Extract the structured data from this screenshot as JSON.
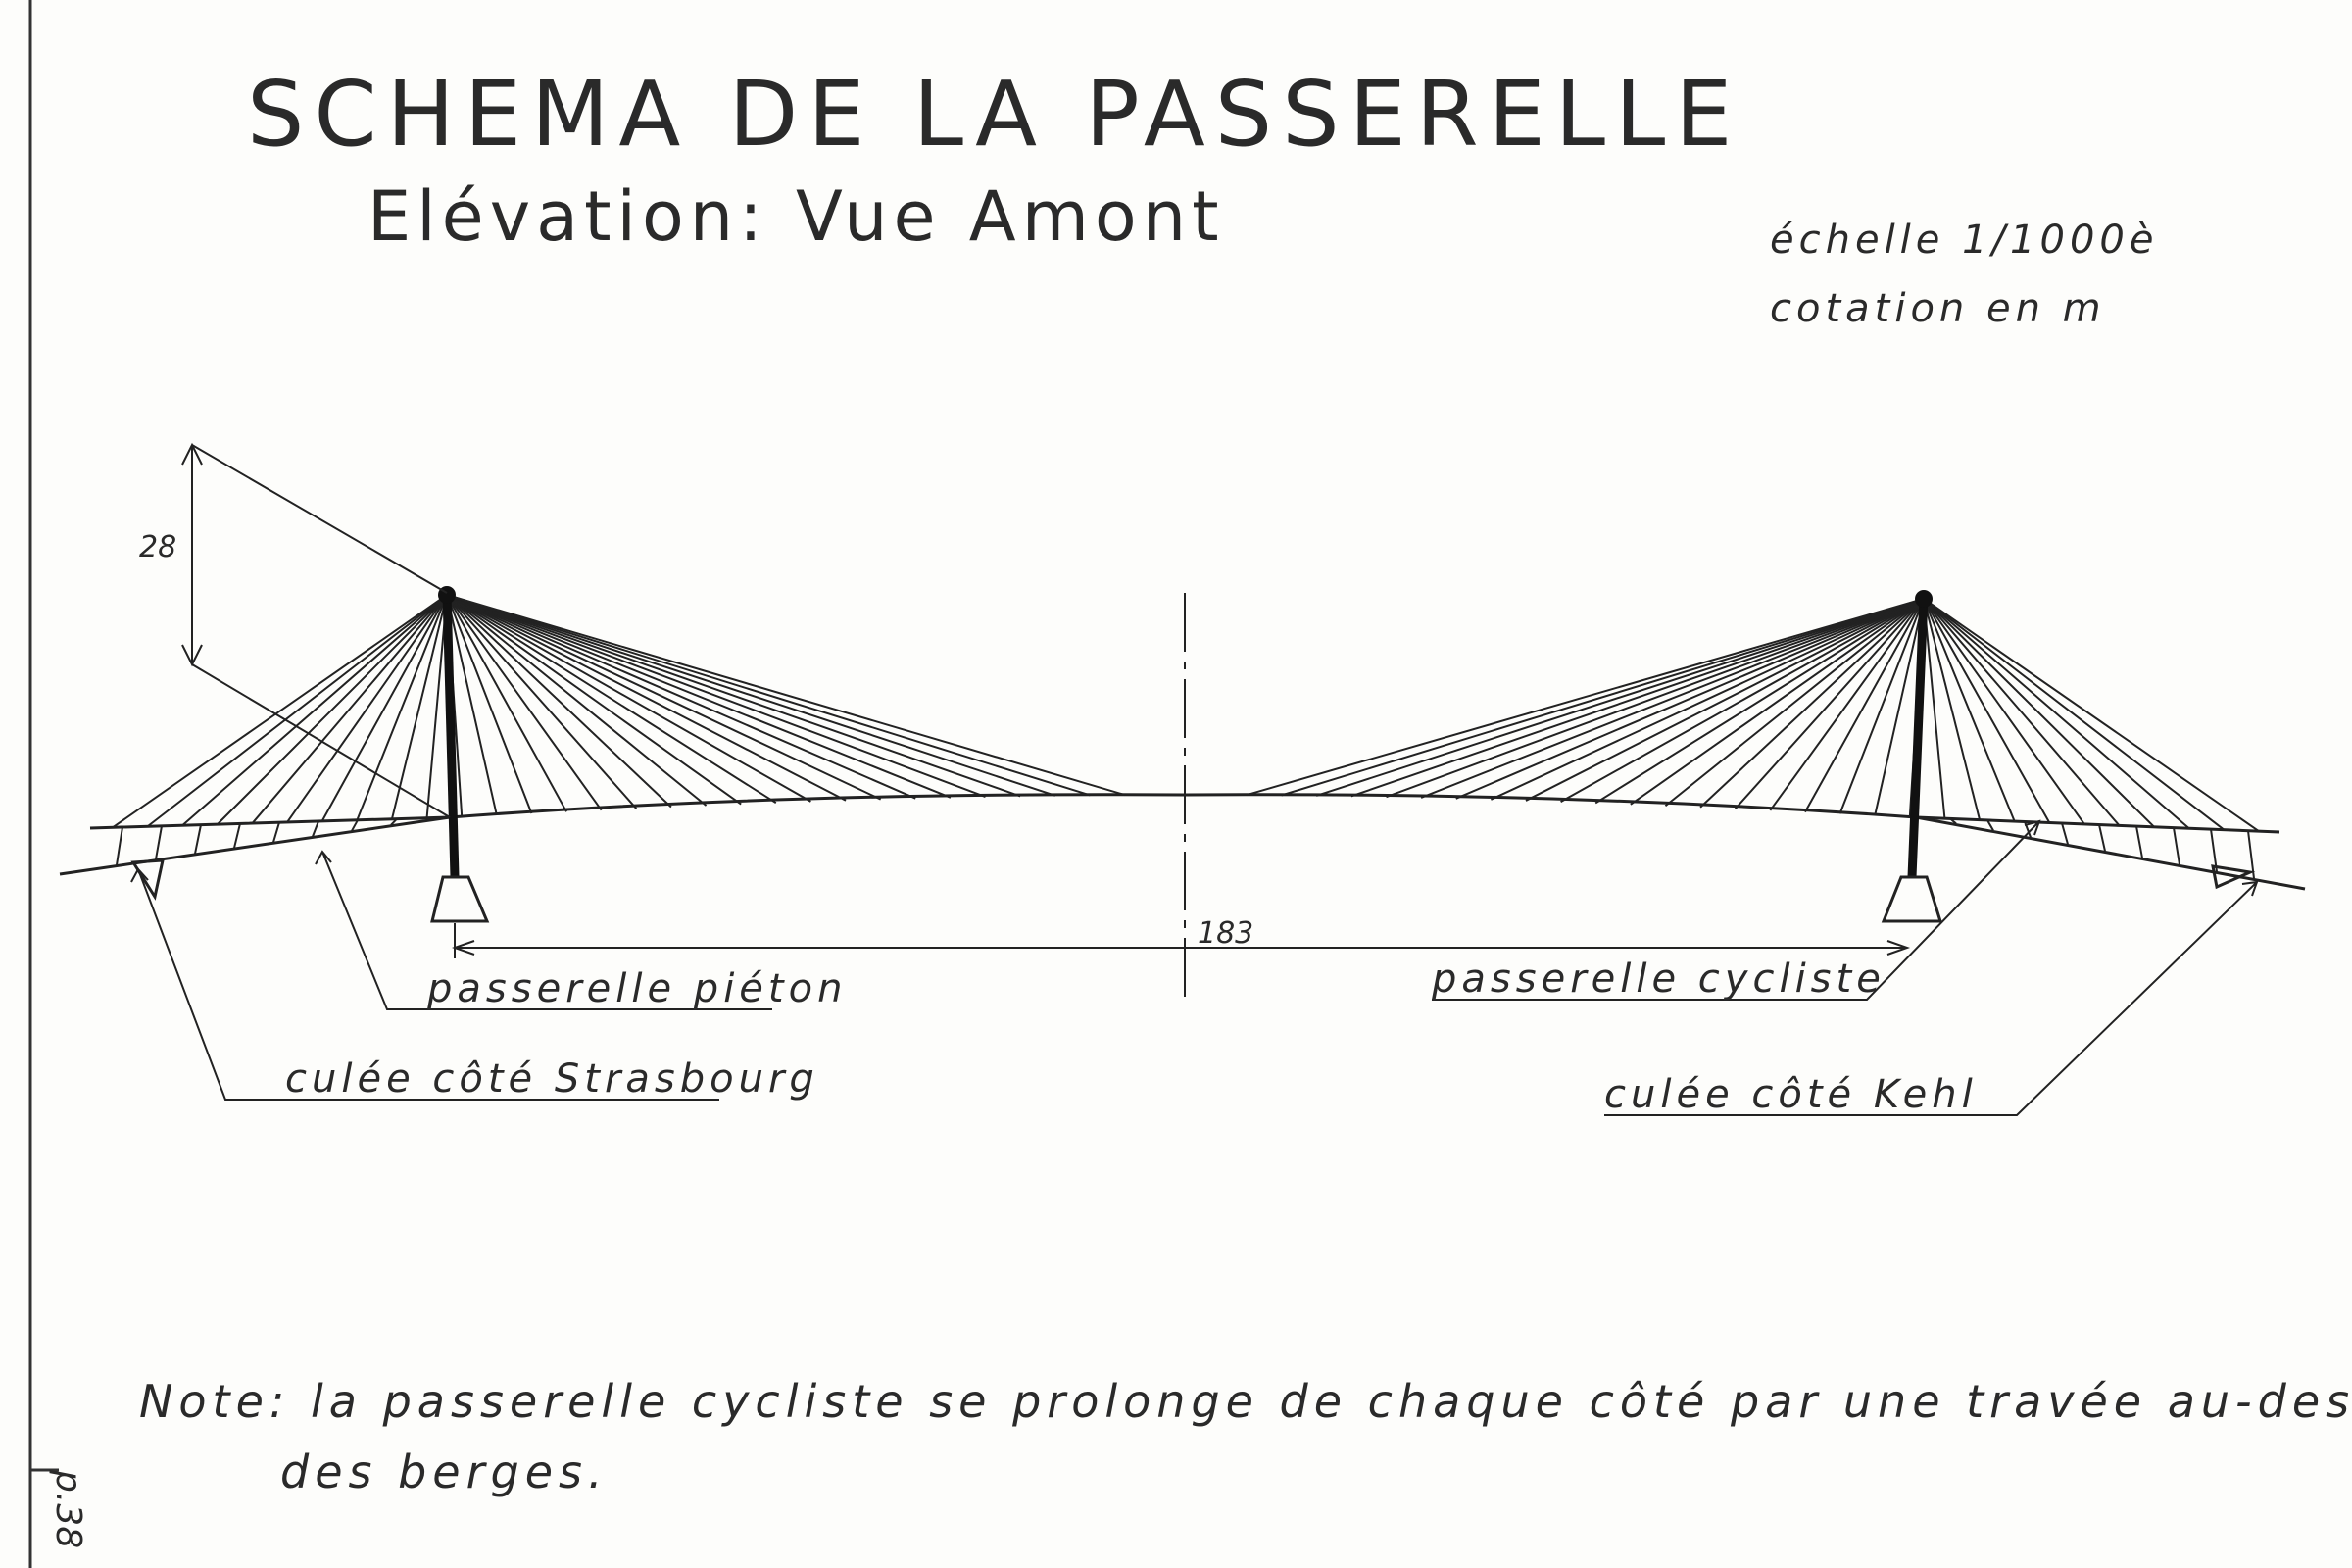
{
  "title": "SCHEMA DE LA PASSERELLE",
  "subtitle": "Elévation: Vue Amont",
  "scale": {
    "line1": "échelle 1/1000è",
    "line2": "cotation en m"
  },
  "dimensions": {
    "pylon_height": "28",
    "span": "183"
  },
  "labels": {
    "pedestrian": "passerelle piéton",
    "cyclist": "passerelle cycliste",
    "abutment_strasbourg": "culée côté Strasbourg",
    "abutment_kehl": "culée côté Kehl"
  },
  "note": {
    "line1": "Note: la passerelle cycliste se prolonge de chaque côté par une travée au-dessus",
    "line2": "des berges."
  },
  "page_number": "p.38"
}
